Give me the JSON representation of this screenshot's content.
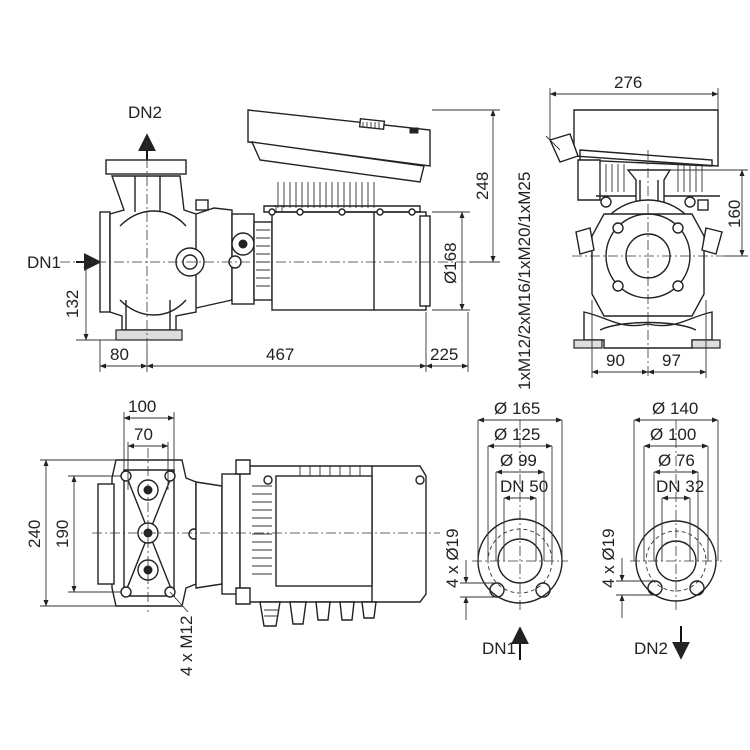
{
  "labels": {
    "dn2_top": "DN2",
    "dn1_side": "DN1",
    "dim_132": "132",
    "dim_80": "80",
    "dim_467": "467",
    "dim_225": "225",
    "dim_248": "248",
    "dim_168": "Ø168",
    "dim_276": "276",
    "dim_160": "160",
    "dim_90": "90",
    "dim_97": "97",
    "cable_glands": "1xM12/2xM16/1xM20/1xM25",
    "dim_100": "100",
    "dim_70": "70",
    "dim_240": "240",
    "dim_190": "190",
    "bolts_m12": "4 x M12",
    "f1_165": "Ø 165",
    "f1_125": "Ø 125",
    "f1_99": "Ø 99",
    "f1_dn50": "DN 50",
    "f1_holes": "4 x Ø19",
    "f1_name": "DN1",
    "f2_140": "Ø 140",
    "f2_100": "Ø 100",
    "f2_76": "Ø 76",
    "f2_dn32": "DN 32",
    "f2_holes": "4 x Ø19",
    "f2_name": "DN2"
  }
}
